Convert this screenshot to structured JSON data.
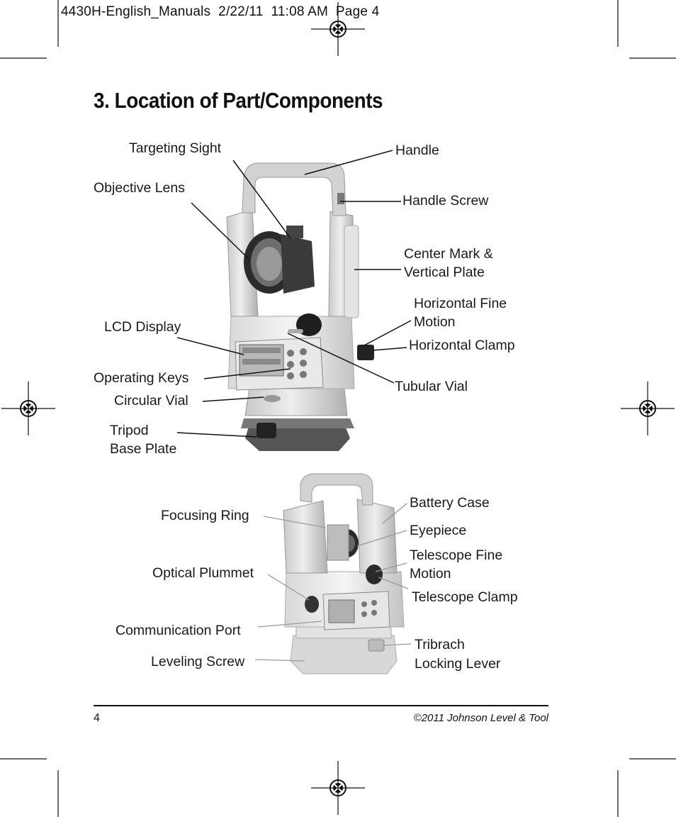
{
  "slug": "4430H-English_Manuals  2/22/11  11:08 AM  Page 4",
  "title": "3. Location of Part/Components",
  "top_labels": {
    "targeting_sight": "Targeting Sight",
    "objective_lens": "Objective Lens",
    "lcd_display": "LCD Display",
    "operating_keys": "Operating Keys",
    "circular_vial": "Circular Vial",
    "tripod_1": "Tripod",
    "tripod_2": "Base Plate",
    "handle": "Handle",
    "handle_screw": "Handle Screw",
    "center_mark_1": "Center Mark &",
    "center_mark_2": "Vertical Plate",
    "hfine_1": "Horizontal Fine",
    "hfine_2": "Motion",
    "horizontal_clamp": "Horizontal Clamp",
    "tubular_vial": "Tubular Vial"
  },
  "bottom_labels": {
    "focusing_ring": "Focusing Ring",
    "optical_plummet": "Optical Plummet",
    "communication_port": "Communication Port",
    "leveling_screw": "Leveling Screw",
    "battery_case": "Battery Case",
    "eyepiece": "Eyepiece",
    "tfine_1": "Telescope Fine",
    "tfine_2": "Motion",
    "telescope_clamp": "Telescope Clamp",
    "tribrach_1": "Tribrach",
    "tribrach_2": "Locking Lever"
  },
  "footer": {
    "page_number": "4",
    "copyright": "©2011 Johnson Level & Tool"
  }
}
